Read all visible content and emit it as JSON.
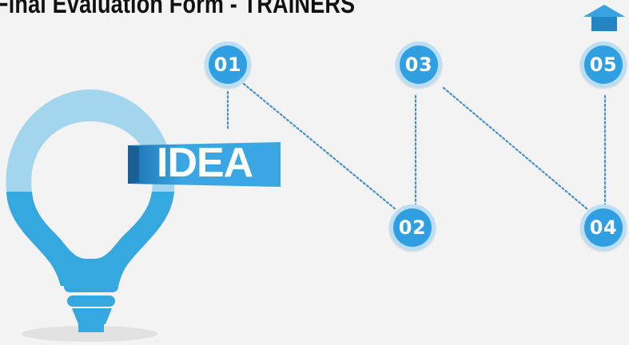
{
  "title": "Final Evaluation Form - TRAINERS",
  "idea_label": "IDEA",
  "nodes": [
    {
      "label": "01"
    },
    {
      "label": "02"
    },
    {
      "label": "03"
    },
    {
      "label": "04"
    },
    {
      "label": "05"
    }
  ],
  "icons": {
    "home": "home-arrow-icon",
    "bulb": "lightbulb-icon"
  },
  "colors": {
    "background": "#f3f3f3",
    "node_fill": "#2f9fe2",
    "node_ring": "#b9def5",
    "connector": "#4a90c8",
    "bulb_light": "#a3d6ec",
    "bulb_dark": "#35a8e0",
    "banner": "#3aa6e4"
  }
}
